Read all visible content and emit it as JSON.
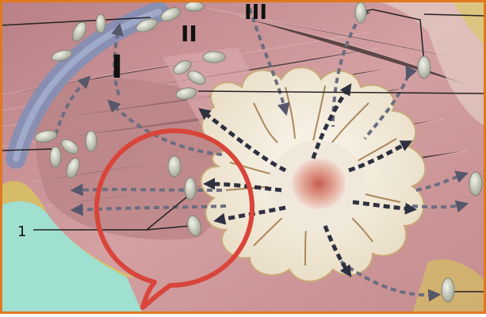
{
  "labels": {
    "level_1": "I",
    "level_2": "II",
    "level_3": "III",
    "callout_number": "1"
  },
  "colors": {
    "frame_border": "#e07820",
    "muscle": "#c98f92",
    "gland": "#f3ede0",
    "nipple": "#d88f80",
    "highlight_circle": "#d9453a",
    "lymph_node": "#cfd3c4",
    "lymph_arrow": "#5d5f73",
    "vessel": "#7f8fb8",
    "fat": "#d9c85a",
    "skin_patch": "#9fe0d0"
  }
}
